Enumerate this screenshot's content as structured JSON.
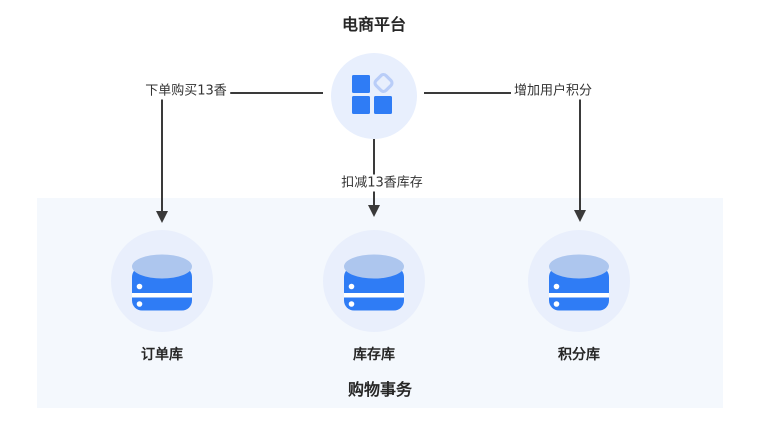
{
  "diagram": {
    "title": "电商平台",
    "hub": {
      "icon": "app-modules-icon"
    },
    "edges": {
      "order": {
        "label": "下单购买13香"
      },
      "inventory": {
        "label": "扣减13香库存"
      },
      "points": {
        "label": "增加用户积分"
      }
    },
    "transaction": {
      "title": "购物事务",
      "databases": [
        {
          "label": "订单库"
        },
        {
          "label": "库存库"
        },
        {
          "label": "积分库"
        }
      ]
    },
    "colors": {
      "primary_blue": "#2f7cf5",
      "light_blue": "#adc6ee",
      "diamond_outline": "#b9cdf8",
      "node_circle_bg": "#e9effc",
      "panel_bg": "#f4f8fd",
      "line": "#3a3a3a",
      "text": "#262626"
    }
  }
}
